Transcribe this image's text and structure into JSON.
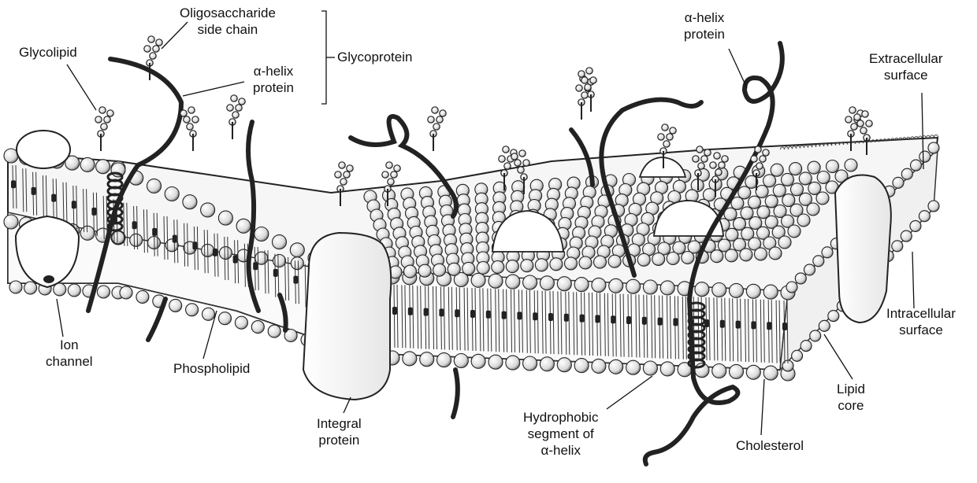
{
  "labels": {
    "oligosaccharide": "Oligosaccharide\nside chain",
    "glycolipid": "Glycolipid",
    "alpha_helix_left": "α-helix\nprotein",
    "glycoprotein": "Glycoprotein",
    "alpha_helix_right": "α-helix\nprotein",
    "extracellular": "Extracellular\nsurface",
    "intracellular": "Intracellular\nsurface",
    "ion_channel": "Ion\nchannel",
    "phospholipid": "Phospholipid",
    "integral_protein": "Integral\nprotein",
    "hydrophobic_segment": "Hydrophobic\nsegment of\nα-helix",
    "cholesterol": "Cholesterol",
    "lipid_core": "Lipid\ncore"
  },
  "colors": {
    "ink": "#111111",
    "head_fill": "#e8e8e8",
    "protein_fill": "#f4f4f4",
    "strand": "#222222"
  }
}
